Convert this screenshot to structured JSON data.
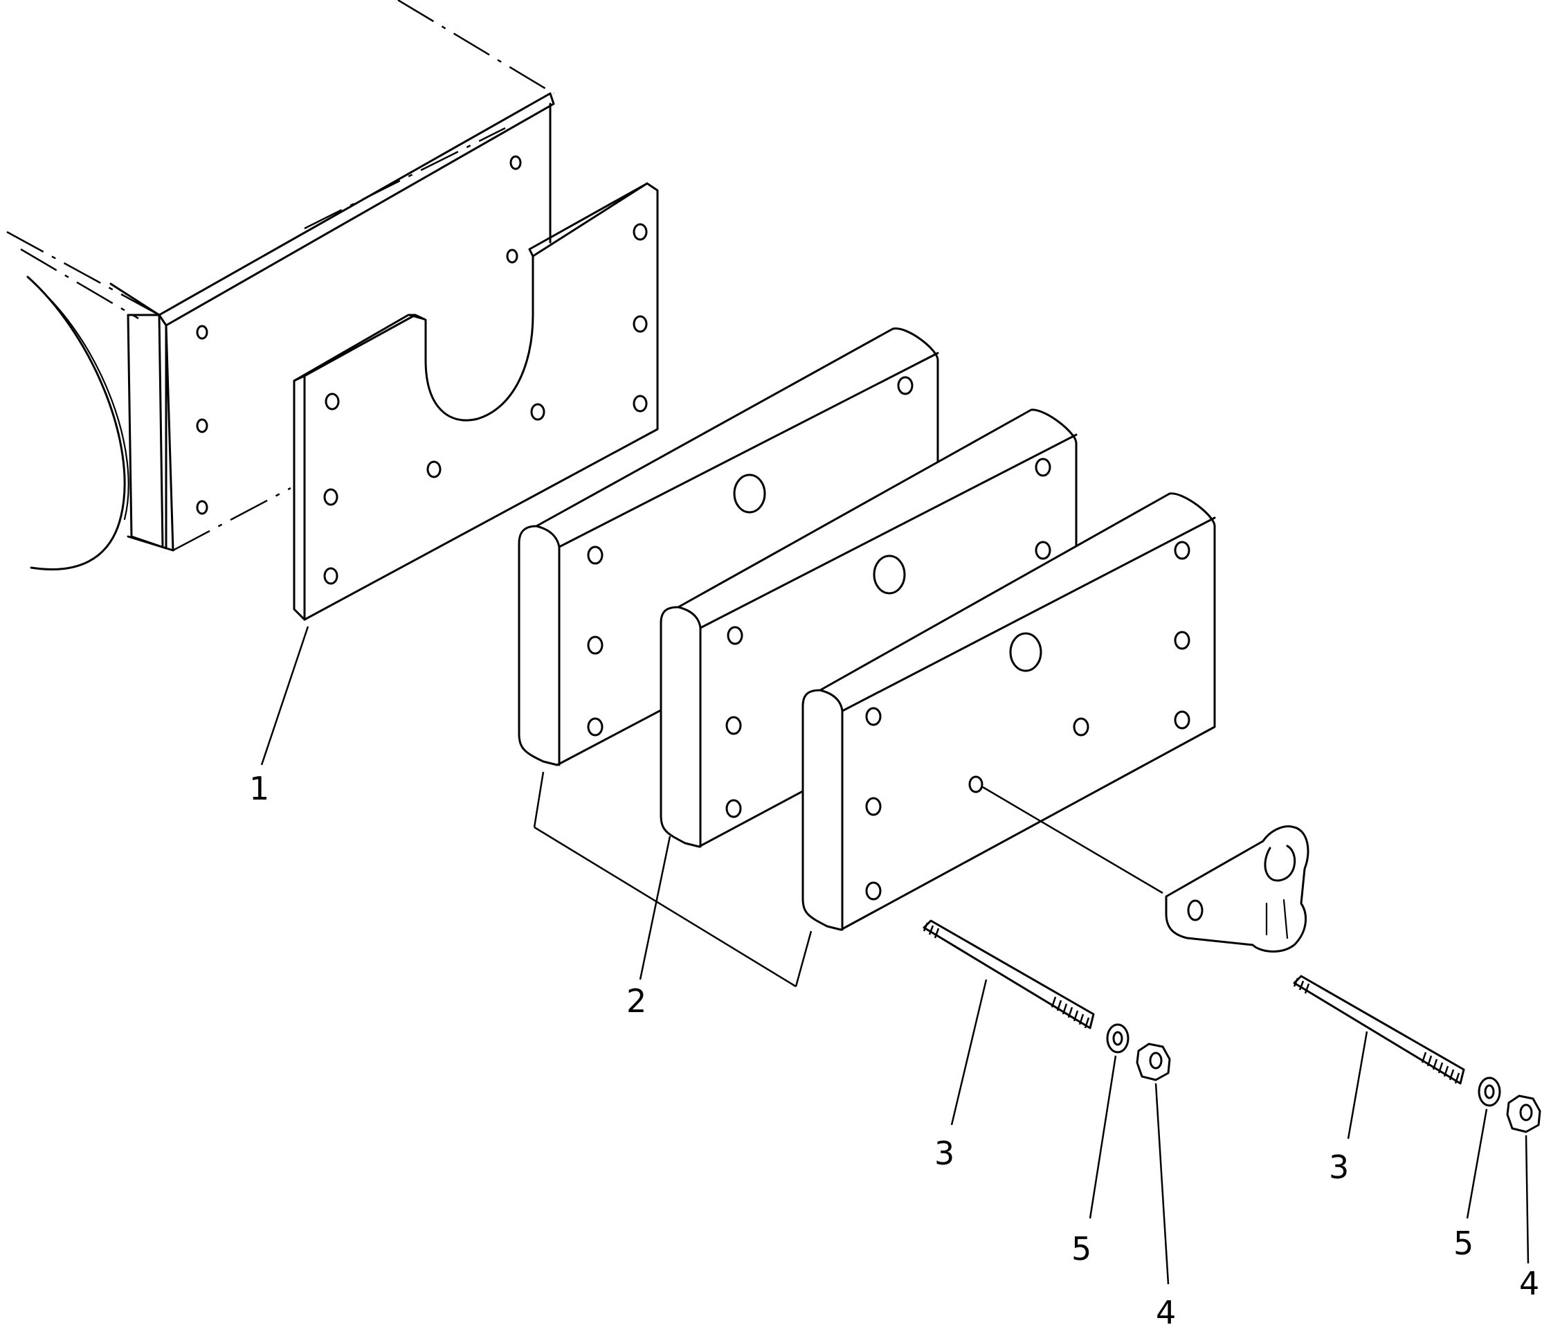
{
  "callouts": [
    {
      "id": "c1",
      "label": "1"
    },
    {
      "id": "c2",
      "label": "2"
    },
    {
      "id": "c3a",
      "label": "3"
    },
    {
      "id": "c3b",
      "label": "3"
    },
    {
      "id": "c4a",
      "label": "4"
    },
    {
      "id": "c4b",
      "label": "4"
    },
    {
      "id": "c5a",
      "label": "5"
    },
    {
      "id": "c5b",
      "label": "5"
    }
  ],
  "colors": {
    "ink": "#000000",
    "paper": "#ffffff"
  }
}
